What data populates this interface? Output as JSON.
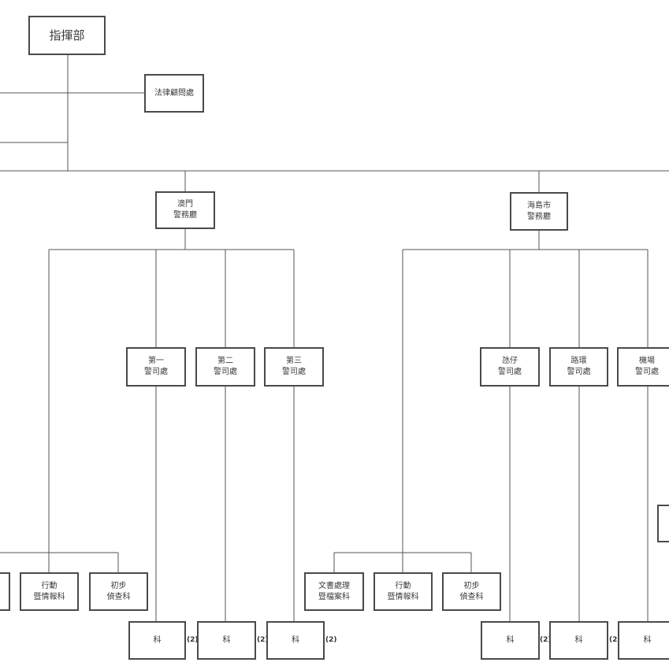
{
  "nodes": {
    "command": "指揮部",
    "legal": "法律顧問處",
    "macau_a": "澳門",
    "macau_b": "警務廳",
    "islands_a": "海島市",
    "islands_b": "警務廳",
    "m1_a": "第一",
    "m1_b": "警司處",
    "m2_a": "第二",
    "m2_b": "警司處",
    "m3_a": "第三",
    "m3_b": "警司處",
    "i1_a": "氹仔",
    "i1_b": "警司處",
    "i2_a": "路環",
    "i2_b": "警司處",
    "i3_a": "機場",
    "i3_b": "警司處",
    "action_a": "行動",
    "action_b": "暨情報科",
    "prelim_a": "初步",
    "prelim_b": "偵查科",
    "docs_a": "文書處理",
    "docs_b": "暨檔案科",
    "section": "科"
  },
  "note": "(2)"
}
